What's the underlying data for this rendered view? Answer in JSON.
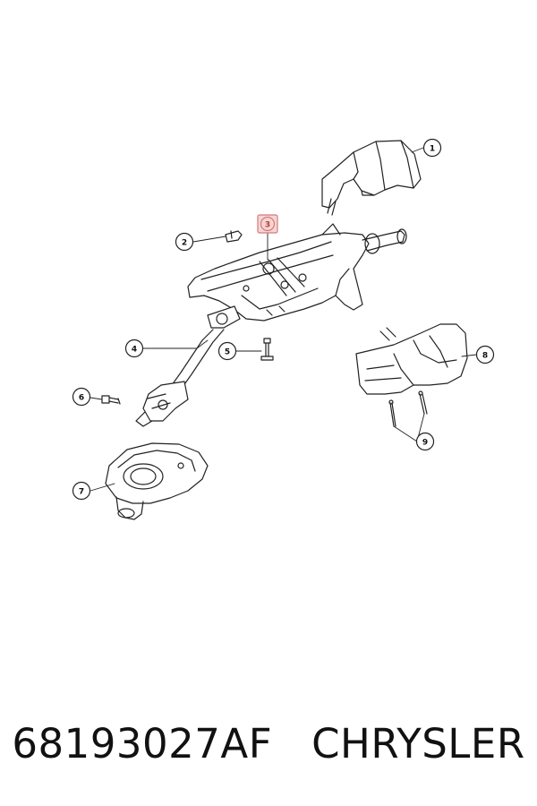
{
  "callouts": [
    {
      "num": "1"
    },
    {
      "num": "2"
    },
    {
      "num": "3",
      "highlighted": true
    },
    {
      "num": "4"
    },
    {
      "num": "5"
    },
    {
      "num": "6"
    },
    {
      "num": "7"
    },
    {
      "num": "8"
    },
    {
      "num": "9"
    }
  ],
  "footer": {
    "part_number": "68193027AF",
    "brand": "CHRYSLER"
  },
  "colors": {
    "line": "#222222",
    "highlight": "#d47a7a",
    "highlight_fill": "#f6d5d5"
  }
}
